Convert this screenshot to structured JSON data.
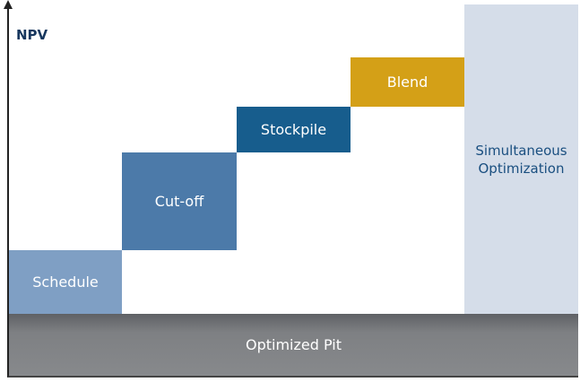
{
  "axis_label": "NPV",
  "steps": [
    {
      "label": "Schedule",
      "color": "#7f9fc4"
    },
    {
      "label": "Cut-off",
      "color": "#4c7aa9"
    },
    {
      "label": "Stockpile",
      "color": "#175d8d"
    },
    {
      "label": "Blend",
      "color": "#d4a017"
    }
  ],
  "simultaneous": {
    "line1": "Simultaneous",
    "line2": "Optimization"
  },
  "base": "Optimized Pit"
}
